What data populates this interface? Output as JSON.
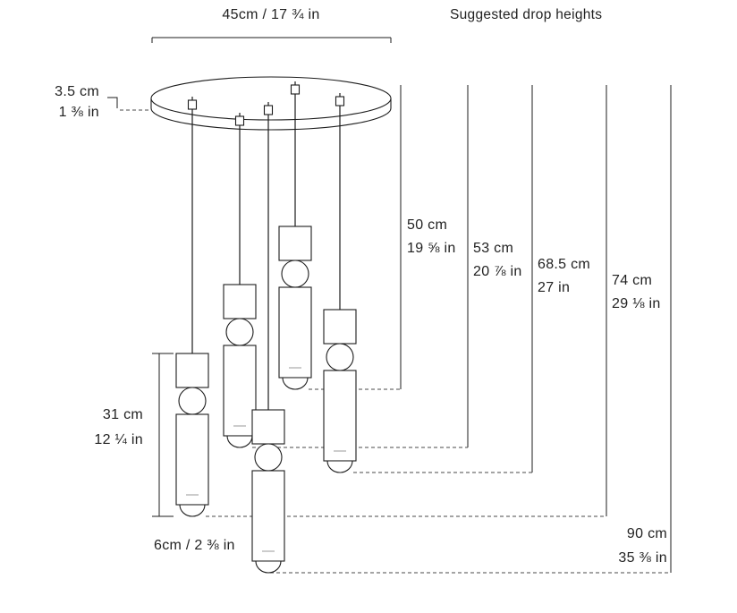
{
  "header": {
    "canopy_width_label": "45cm / 17 ¾ in",
    "drop_heights_heading": "Suggested drop heights"
  },
  "canopy": {
    "thickness_cm": "3.5 cm",
    "thickness_in": "1 ⅜ in"
  },
  "pendant": {
    "body_length_cm": "31 cm",
    "body_length_in": "12 ¼ in",
    "diameter_label": "6cm / 2 ⅜ in"
  },
  "drops": [
    {
      "cm": "50 cm",
      "inch": "19 ⅝ in"
    },
    {
      "cm": "53 cm",
      "inch": "20 ⅞ in"
    },
    {
      "cm": "68.5 cm",
      "inch": "27 in"
    },
    {
      "cm": "74 cm",
      "inch": "29 ⅛ in"
    },
    {
      "cm": "90 cm",
      "inch": "35 ⅜ in"
    }
  ],
  "colors": {
    "line": "#1c1c1c",
    "dash": "#4a4a4a",
    "background": "#ffffff"
  }
}
